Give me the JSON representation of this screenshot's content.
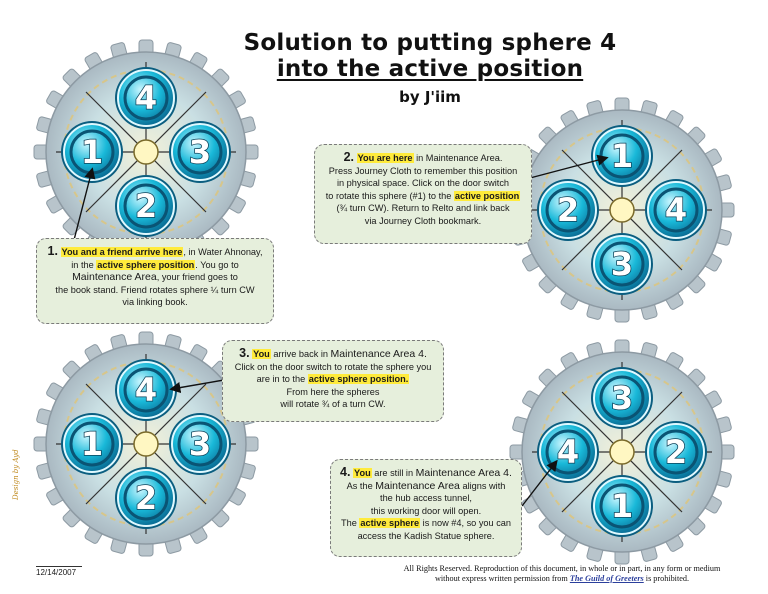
{
  "title": {
    "line1": "Solution to putting sphere 4",
    "line2": "into the active position",
    "byline": "by J'iim"
  },
  "colors": {
    "sphere": "#19b9d9",
    "highlight": "#ffeb3b",
    "step_bg": "#e6efdc",
    "link": "#2b3f9c"
  },
  "dials": [
    {
      "top": "4",
      "left": "1",
      "right": "3",
      "bottom": "2"
    },
    {
      "top": "1",
      "left": "2",
      "right": "4",
      "bottom": "3"
    },
    {
      "top": "4",
      "left": "1",
      "right": "3",
      "bottom": "2"
    },
    {
      "top": "3",
      "left": "4",
      "right": "2",
      "bottom": "1"
    }
  ],
  "steps": [
    {
      "num": "1.",
      "h1": "You and a friend arrive here",
      "t1": ", in Water Ahnonay,",
      "t2": "in the ",
      "h2": "active sphere position",
      "t3": ". You go to",
      "t4": "Maintenance Area",
      "t5": ", your friend goes to",
      "t6": "the book stand. Friend rotates sphere ¼ turn CW",
      "t7": "via linking book."
    },
    {
      "num": "2.",
      "h1": "You are here",
      "t1": " in Maintenance Area.",
      "t2": "Press Journey Cloth to remember this position",
      "t3": "in physical space. Click on the door switch",
      "t4": "to rotate this sphere (#1) to the ",
      "h2": "active position",
      "t5": "(¾ turn CW). Return to Relto and link back",
      "t6": "via Journey Cloth bookmark."
    },
    {
      "num": "3.",
      "h1": "You",
      "t1": " arrive back in ",
      "t2": "Maintenance Area 4.",
      "t3": "Click on the door switch to rotate the sphere you",
      "t4": "are in to the ",
      "h2": "active sphere position.",
      "t5": "From here the spheres",
      "t6": "will rotate ¾ of a turn CW."
    },
    {
      "num": "4.",
      "h1": "You",
      "t1": " are still in ",
      "t2": "Maintenance Area 4.",
      "t3": "As the ",
      "t4": "Maintenance Area",
      "t5": " aligns with",
      "t6": "the hub access tunnel,",
      "t7": "this working door will open.",
      "t8": "The ",
      "h2": "active sphere",
      "t9": " is now #4, so you can",
      "t10": "access the Kadish Statue sphere."
    }
  ],
  "footer": {
    "date": "12/14/2007",
    "legal1": "All Rights Reserved. Reproduction of this document, in whole or in part, in any form or medium",
    "legal2": "without express written permission from ",
    "link": "The Guild of Greeters",
    "legal3": " is prohibited.",
    "designer": "Design by Ayd"
  }
}
